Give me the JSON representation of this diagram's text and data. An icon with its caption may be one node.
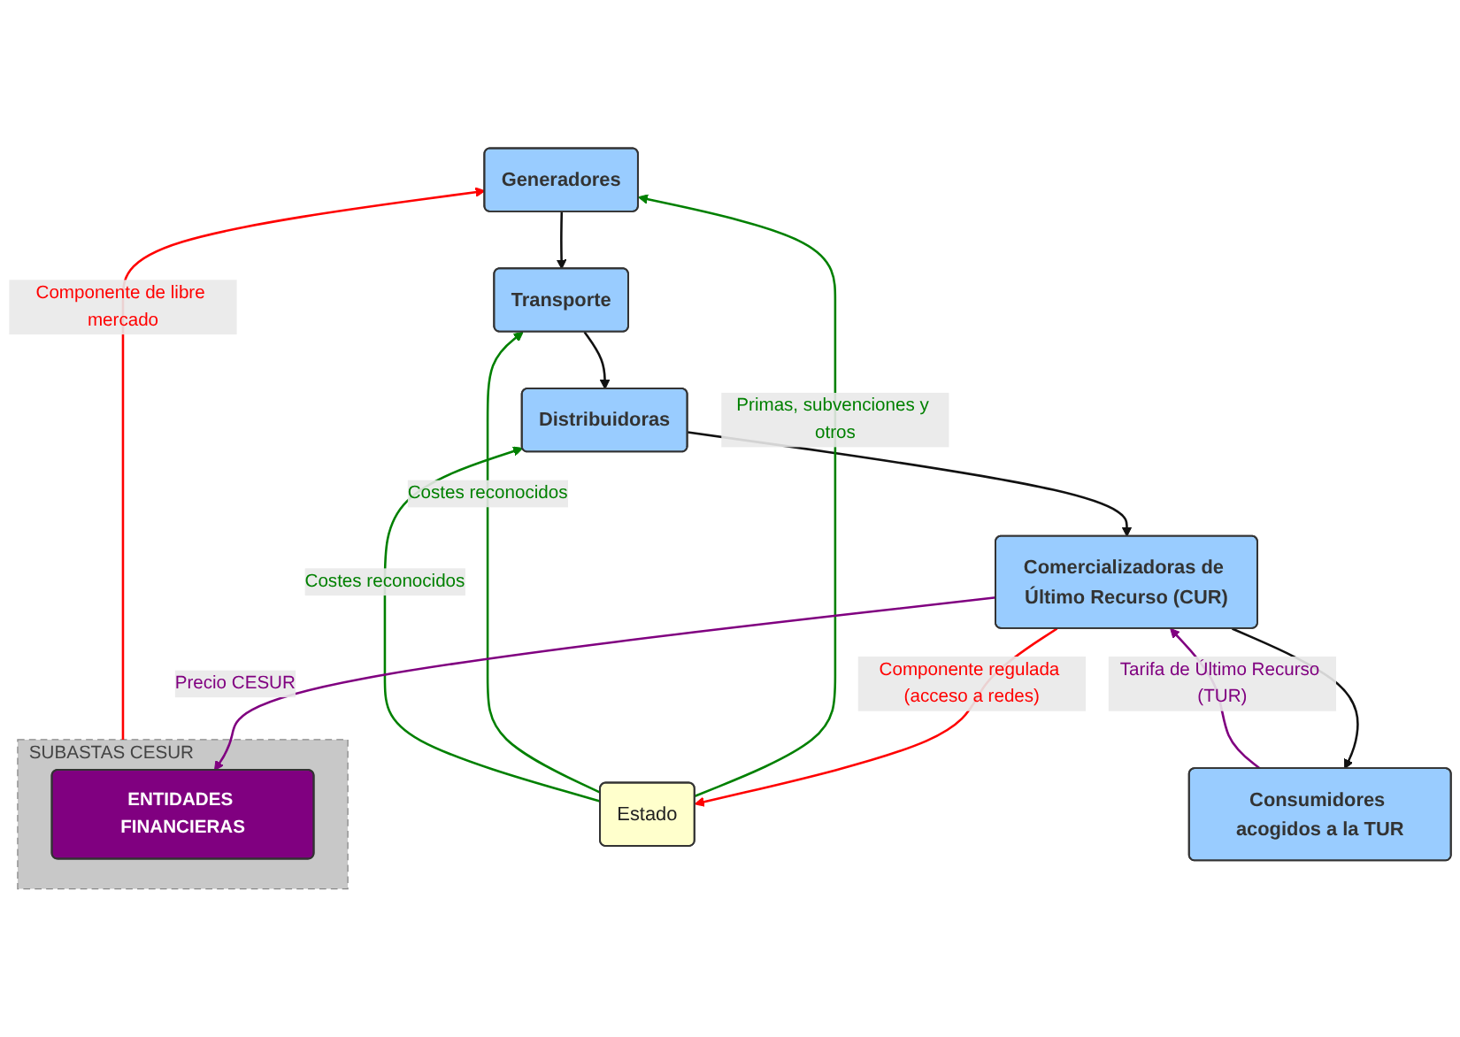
{
  "diagram": {
    "nodes": [
      {
        "text": [
          "Generadores"
        ]
      },
      {
        "text": [
          "Transporte"
        ]
      },
      {
        "text": [
          "Distribuidoras"
        ]
      },
      {
        "text": [
          "Estado"
        ]
      },
      {
        "text": [
          "SUBASTAS CESUR"
        ]
      },
      {
        "text": [
          "ENTIDADES FINANCIERAS"
        ],
        "in": 4
      },
      {
        "text": [
          "Comercializadoras de Último Recurso (CUR)"
        ]
      },
      {
        "text": [
          "Consumidores acogidos a la TUR"
        ]
      }
    ],
    "edges": [
      {
        "from": 0,
        "to": 1,
        "arrow": "to"
      },
      {
        "from": 1,
        "to": 2,
        "arrow": "to"
      },
      {
        "from": 2,
        "to": 6,
        "arrow": "to"
      },
      {
        "from": 6,
        "to": 7,
        "arrow": "to"
      },
      {
        "from": 3,
        "to": 0,
        "arrow": "to",
        "label": "Primas, subvenciones y otros",
        "color": "#008000"
      },
      {
        "from": 3,
        "to": 1,
        "arrow": "to",
        "label": "Costes reconocidos",
        "color": "#008000"
      },
      {
        "from": 3,
        "to": 2,
        "arrow": "to",
        "label": "Costes reconocidos",
        "color": "#008000"
      },
      {
        "from": 6,
        "to": 3,
        "arrow": "to",
        "label": "Componente regulada (acceso a redes)",
        "color": "#ff0000"
      },
      {
        "from": 4,
        "to": 0,
        "arrow": "to",
        "label": "Componente de libre mercado",
        "color": "#ff0000"
      },
      {
        "from": 6,
        "to": 5,
        "arrow": "to",
        "label": "Precio CESUR",
        "color": "#800080"
      },
      {
        "from": 7,
        "to": 6,
        "arrow": "to",
        "label": "Tarifa de Último Recurso (TUR)",
        "color": "#800080"
      }
    ]
  }
}
